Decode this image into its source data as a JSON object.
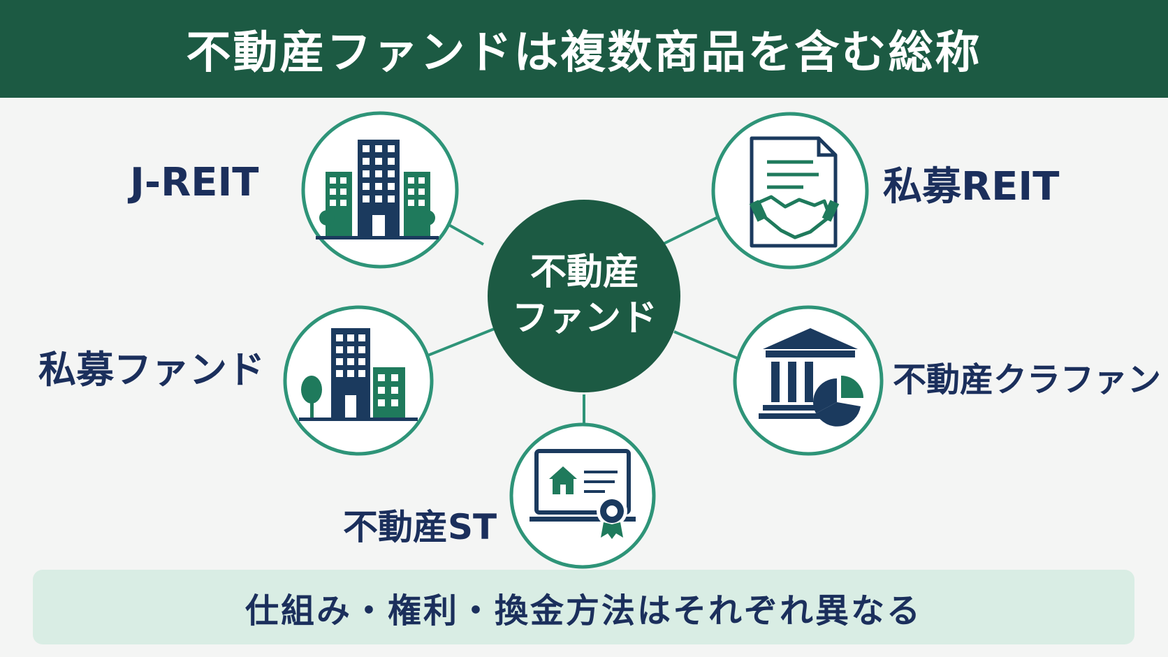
{
  "title": "不動産ファンドは複数商品を含む総称",
  "center": {
    "line1": "不動産",
    "line2": "ファンド"
  },
  "nodes": [
    {
      "label": "J-REIT",
      "icon": "office-buildings-icon"
    },
    {
      "label": "私募REIT",
      "icon": "contract-handshake-icon"
    },
    {
      "label": "私募ファンド",
      "icon": "building-tree-icon"
    },
    {
      "label": "不動産クラファン",
      "icon": "bank-pie-chart-icon"
    },
    {
      "label": "不動産ST",
      "icon": "house-certificate-icon"
    }
  ],
  "footer": "仕組み・権利・換金方法はそれぞれ異なる",
  "colors": {
    "header_bg": "#1c5a43",
    "center_bg": "#1c5a43",
    "ring": "#2e9478",
    "navy": "#1b3a5e",
    "green": "#1f7a5c",
    "label_text": "#1b2f5c",
    "footer_bg": "#d9ede4",
    "page_bg": "#f4f5f4"
  }
}
